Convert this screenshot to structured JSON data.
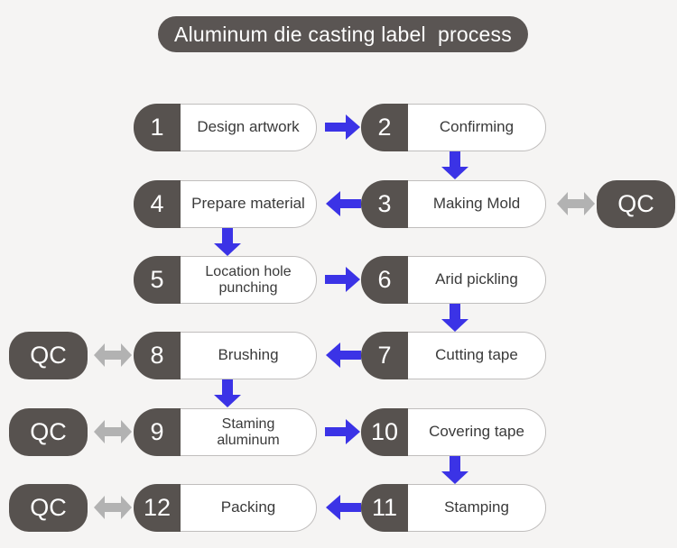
{
  "title": {
    "text": "Aluminum die casting label  process"
  },
  "colors": {
    "background": "#f5f4f3",
    "dark_gray": "#57524f",
    "title_gray": "#5a5553",
    "blue_arrow": "#3b33e6",
    "gray_arrow": "#b2b2b2",
    "box_white": "#ffffff",
    "box_border": "#c0bebd",
    "text_dark": "#3a3a3a",
    "text_light": "#ffffff"
  },
  "qc_label": "QC",
  "steps": [
    {
      "number": "1",
      "label": "Design artwork"
    },
    {
      "number": "2",
      "label": "Confirming"
    },
    {
      "number": "3",
      "label": "Making Mold"
    },
    {
      "number": "4",
      "label": "Prepare material"
    },
    {
      "number": "5",
      "label": "Location hole\npunching"
    },
    {
      "number": "6",
      "label": "Arid pickling"
    },
    {
      "number": "7",
      "label": "Cutting tape"
    },
    {
      "number": "8",
      "label": "Brushing"
    },
    {
      "number": "9",
      "label": "Staming\naluminum"
    },
    {
      "number": "10",
      "label": "Covering tape"
    },
    {
      "number": "11",
      "label": "Stamping"
    },
    {
      "number": "12",
      "label": "Packing"
    }
  ],
  "qc_checkpoints": [
    {
      "attached_to_step": "3",
      "side": "right"
    },
    {
      "attached_to_step": "8",
      "side": "left"
    },
    {
      "attached_to_step": "9",
      "side": "left"
    },
    {
      "attached_to_step": "12",
      "side": "left"
    }
  ],
  "connectors": [
    {
      "from": "1",
      "to": "2",
      "direction": "right",
      "color": "blue"
    },
    {
      "from": "2",
      "to": "3",
      "direction": "down",
      "color": "blue"
    },
    {
      "from": "3",
      "to": "4",
      "direction": "left",
      "color": "blue"
    },
    {
      "from": "3",
      "to": "QC",
      "direction": "both",
      "color": "gray"
    },
    {
      "from": "4",
      "to": "5",
      "direction": "down",
      "color": "blue"
    },
    {
      "from": "5",
      "to": "6",
      "direction": "right",
      "color": "blue"
    },
    {
      "from": "6",
      "to": "7",
      "direction": "down",
      "color": "blue"
    },
    {
      "from": "7",
      "to": "8",
      "direction": "left",
      "color": "blue"
    },
    {
      "from": "8",
      "to": "QC",
      "direction": "both",
      "color": "gray"
    },
    {
      "from": "8",
      "to": "9",
      "direction": "down",
      "color": "blue"
    },
    {
      "from": "9",
      "to": "QC",
      "direction": "both",
      "color": "gray"
    },
    {
      "from": "9",
      "to": "10",
      "direction": "right",
      "color": "blue"
    },
    {
      "from": "10",
      "to": "11",
      "direction": "down",
      "color": "blue"
    },
    {
      "from": "11",
      "to": "12",
      "direction": "left",
      "color": "blue"
    },
    {
      "from": "12",
      "to": "QC",
      "direction": "both",
      "color": "gray"
    }
  ]
}
